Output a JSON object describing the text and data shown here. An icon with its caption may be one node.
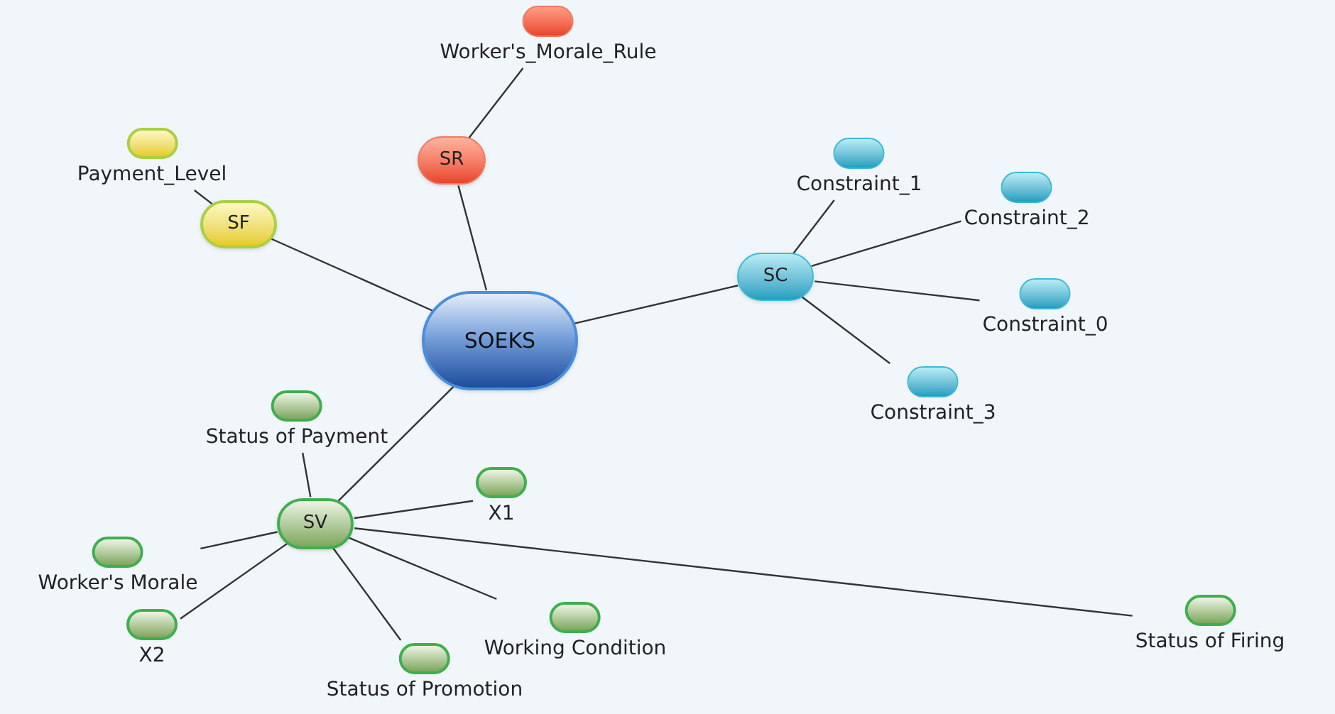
{
  "diagram": {
    "nodes": [
      {
        "text": [
          "SOEKS"
        ]
      },
      {
        "text": [
          "SR"
        ]
      },
      {
        "text": [
          "Worker's_Morale_Rule"
        ]
      },
      {
        "text": [
          "SF"
        ]
      },
      {
        "text": [
          "Payment_Level"
        ]
      },
      {
        "text": [
          "SC"
        ]
      },
      {
        "text": [
          "Constraint_1"
        ]
      },
      {
        "text": [
          "Constraint_2"
        ]
      },
      {
        "text": [
          "Constraint_0"
        ]
      },
      {
        "text": [
          "Constraint_3"
        ]
      },
      {
        "text": [
          "SV"
        ]
      },
      {
        "text": [
          "Status of Payment"
        ]
      },
      {
        "text": [
          "X1"
        ]
      },
      {
        "text": [
          "Worker's Morale"
        ]
      },
      {
        "text": [
          "X2"
        ]
      },
      {
        "text": [
          "Working Condition"
        ]
      },
      {
        "text": [
          "Status of Promotion"
        ]
      },
      {
        "text": [
          "Status of Firing"
        ]
      }
    ],
    "edges": [
      {
        "from": 0,
        "to": 1,
        "arrow": "none"
      },
      {
        "from": 1,
        "to": 2,
        "arrow": "none"
      },
      {
        "from": 0,
        "to": 3,
        "arrow": "none"
      },
      {
        "from": 3,
        "to": 4,
        "arrow": "none"
      },
      {
        "from": 0,
        "to": 5,
        "arrow": "none"
      },
      {
        "from": 5,
        "to": 6,
        "arrow": "none"
      },
      {
        "from": 5,
        "to": 7,
        "arrow": "none"
      },
      {
        "from": 5,
        "to": 8,
        "arrow": "none"
      },
      {
        "from": 5,
        "to": 9,
        "arrow": "none"
      },
      {
        "from": 0,
        "to": 10,
        "arrow": "none"
      },
      {
        "from": 10,
        "to": 11,
        "arrow": "none"
      },
      {
        "from": 10,
        "to": 12,
        "arrow": "none"
      },
      {
        "from": 10,
        "to": 13,
        "arrow": "none"
      },
      {
        "from": 10,
        "to": 14,
        "arrow": "none"
      },
      {
        "from": 10,
        "to": 15,
        "arrow": "none"
      },
      {
        "from": 10,
        "to": 16,
        "arrow": "none"
      },
      {
        "from": 10,
        "to": 17,
        "arrow": "none"
      }
    ]
  }
}
